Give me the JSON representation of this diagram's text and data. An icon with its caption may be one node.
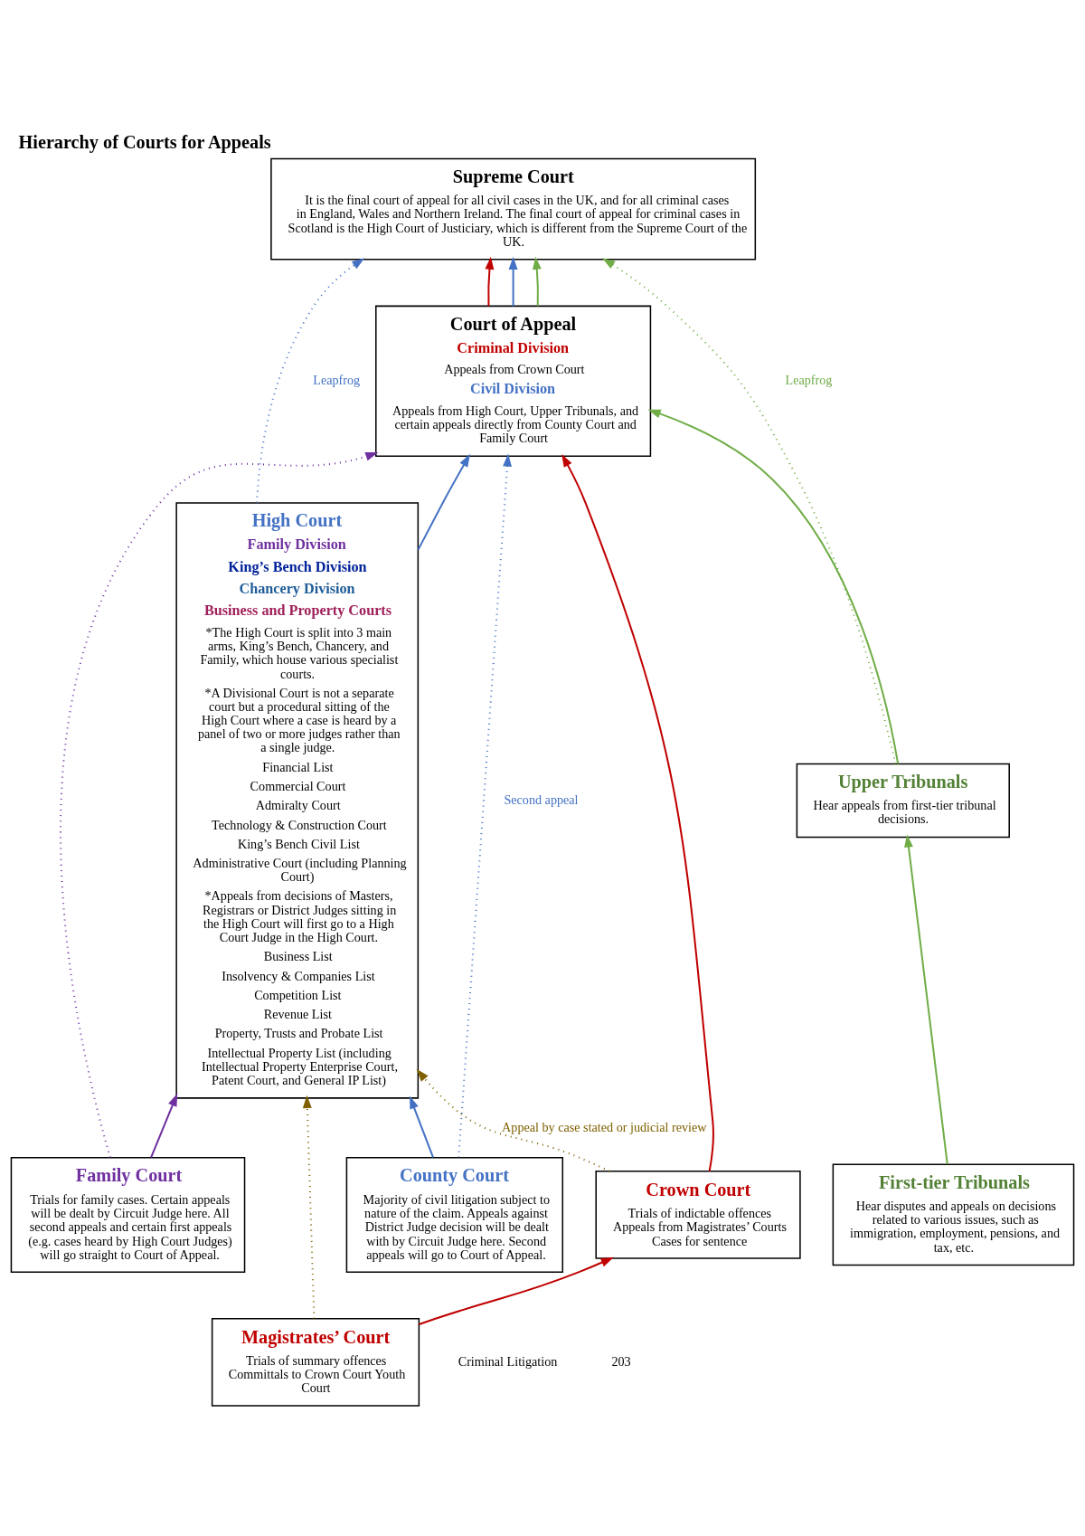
{
  "diagram": {
    "title": "Hierarchy of Courts for Appeals",
    "nodes": [
      {
        "text": [
          "Supreme Court",
          "It is the final court of appeal for all civil cases in the UK, and for all criminal cases in England, Wales and Northern Ireland. The final court of appeal for criminal cases in Scotland is the High Court of Justiciary, which is different from the Supreme Court of the UK."
        ]
      },
      {
        "text": [
          "Court of Appeal",
          "Criminal Division",
          "Appeals from Crown Court",
          "Civil Division",
          "Appeals from High Court, Upper Tribunals, and certain appeals directly from County Court and Family Court"
        ]
      },
      {
        "text": [
          "High Court",
          "Family Division",
          "King’s Bench Division",
          "Chancery Division",
          "Business and Property Courts",
          "*The High Court is split into 3 main arms, King’s Bench, Chancery, and Family, which house various specialist courts.",
          "*A Divisional Court is not a separate court but a procedural sitting of the High Court where a case is heard by a panel of two or more judges rather than a single judge.",
          "Financial List",
          "Commercial Court",
          "Admiralty Court",
          "Technology & Construction Court",
          "King’s Bench Civil List",
          "Administrative Court (including Planning Court)",
          "*Appeals from decisions of Masters, Registrars or District Judges sitting in the High Court will first go to a High Court Judge in the High Court.",
          "Business List",
          "Insolvency & Companies List",
          "Competition List",
          "Revenue List",
          "Property, Trusts and Probate List",
          "Intellectual Property List (including Intellectual Property Enterprise Court, Patent Court, and General IP List)"
        ]
      },
      {
        "text": [
          "Crown Court",
          "Trials of indictable offences Appeals from Magistrates’ Courts Cases for sentence"
        ]
      },
      {
        "text": [
          "Magistrates’ Court",
          "Trials of summary offences Committals to Crown Court Youth Court"
        ]
      },
      {
        "text": [
          "Family Court",
          "Trials for family cases. Certain appeals will be dealt by Circuit Judge here. All second appeals and certain first appeals (e.g. cases heard by High Court Judges) will go straight to Court of Appeal."
        ]
      },
      {
        "text": [
          "County Court",
          "Majority of civil litigation subject to nature of the claim. Appeals against District Judge decision will be dealt with by Circuit Judge here. Second appeals will go to Court of Appeal."
        ]
      },
      {
        "text": [
          "Upper Tribunals",
          "Hear appeals from first-tier tribunal decisions."
        ]
      },
      {
        "text": [
          "First-tier Tribunals",
          "Hear disputes and appeals on decisions related to various issues, such as immigration, employment, pensions, and tax, etc."
        ]
      }
    ],
    "edges": [
      {
        "from": 1,
        "to": 0,
        "arrow": "to",
        "color": "#c00000"
      },
      {
        "from": 1,
        "to": 0,
        "arrow": "to",
        "color": "#4472c4"
      },
      {
        "from": 1,
        "to": 0,
        "arrow": "to",
        "color": "#70ad47"
      },
      {
        "from": 2,
        "to": 0,
        "arrow": "to",
        "style": "dashed",
        "color": "#4472c4",
        "label": "Leapfrog"
      },
      {
        "from": 7,
        "to": 0,
        "arrow": "to",
        "style": "dashed",
        "color": "#70ad47",
        "label": "Leapfrog"
      },
      {
        "from": 2,
        "to": 1,
        "arrow": "to",
        "color": "#4472c4"
      },
      {
        "from": 3,
        "to": 1,
        "arrow": "to",
        "color": "#c00000"
      },
      {
        "from": 7,
        "to": 1,
        "arrow": "to",
        "color": "#70ad47"
      },
      {
        "from": 6,
        "to": 1,
        "arrow": "to",
        "style": "dashed",
        "color": "#4472c4",
        "label": "Second appeal"
      },
      {
        "from": 5,
        "to": 1,
        "arrow": "to",
        "style": "dashed",
        "color": "#7030a0"
      },
      {
        "from": 3,
        "to": 2,
        "arrow": "to",
        "style": "dashed",
        "color": "#7f6000",
        "label": "Appeal by case stated or judicial review"
      },
      {
        "from": 4,
        "to": 2,
        "arrow": "to",
        "style": "dashed",
        "color": "#7f6000"
      },
      {
        "from": 5,
        "to": 2,
        "arrow": "to",
        "color": "#7030a0"
      },
      {
        "from": 6,
        "to": 2,
        "arrow": "to",
        "color": "#4472c4"
      },
      {
        "from": 4,
        "to": 3,
        "arrow": "to",
        "color": "#c00000"
      },
      {
        "from": 8,
        "to": 7,
        "arrow": "to",
        "color": "#70ad47"
      }
    ],
    "labels": [
      "Criminal Litigation",
      "203"
    ]
  }
}
